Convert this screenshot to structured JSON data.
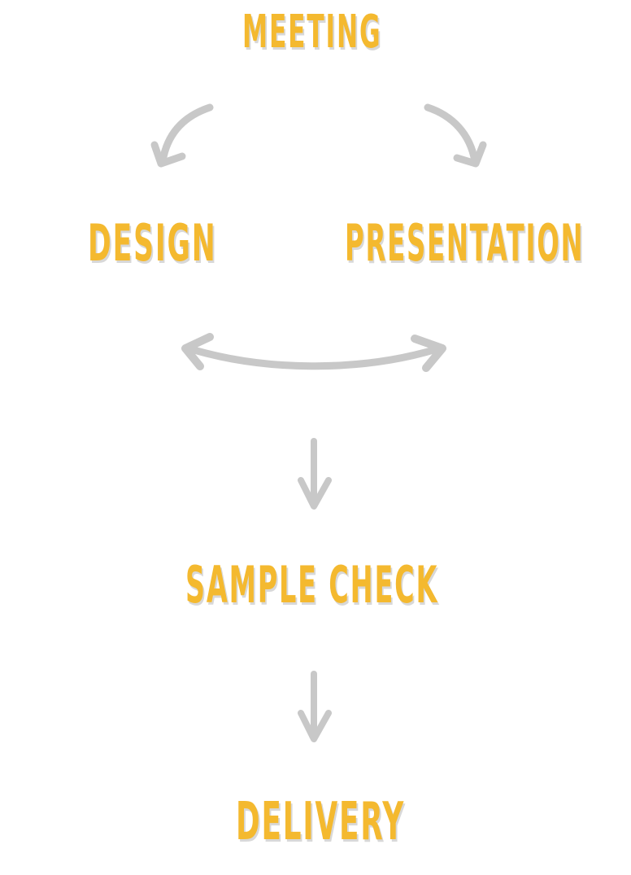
{
  "steps": {
    "meeting": "MEETING",
    "design": "DESIGN",
    "presentation": "PRESENTATION",
    "sample_check": "SAMPLE CHECK",
    "delivery": "DELIVERY"
  },
  "colors": {
    "step_text": "#f4b92f",
    "step_shadow": "#d8d8d8",
    "arrow": "#c8c8c8",
    "background": "#ffffff"
  }
}
